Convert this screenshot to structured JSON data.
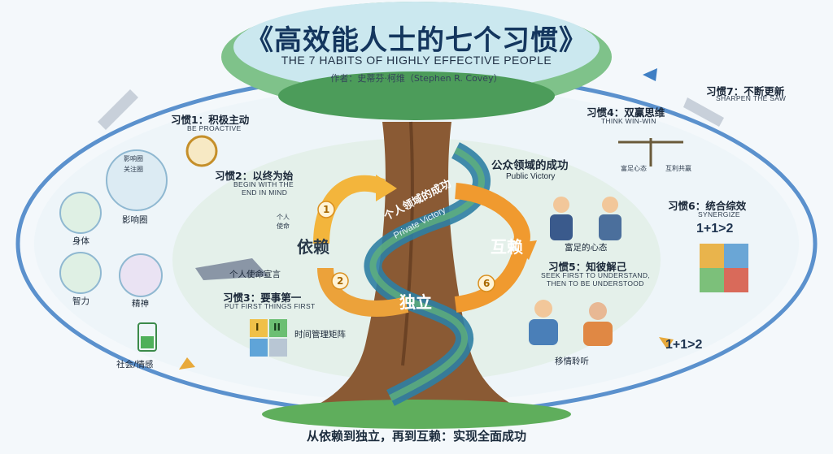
{
  "header": {
    "title": "《高效能人士的七个习惯》",
    "subtitle": "THE 7 HABITS OF HIGHLY EFFECTIVE PEOPLE",
    "author": "作者：史蒂芬·柯维（Stephen R. Covey）"
  },
  "stages": {
    "dependence": "依赖",
    "independence": "独立",
    "interdependence": "互赖",
    "private_victory_cn": "个人领域的成功",
    "private_victory_en": "Private Victory",
    "public_victory_cn": "公众领域的成功",
    "public_victory_en": "Public Victory"
  },
  "numbers": [
    "1",
    "2",
    "6"
  ],
  "habits": {
    "h1": {
      "cn": "习惯1：积极主动",
      "en": "BE PROACTIVE"
    },
    "h2": {
      "cn": "习惯2：以终为始",
      "en1": "BEGIN WITH THE",
      "en2": "END IN MIND"
    },
    "h3": {
      "cn": "习惯3：要事第一",
      "en": "PUT FIRST THINGS FIRST"
    },
    "h4": {
      "cn": "习惯4：双赢思维",
      "en": "THINK WIN-WIN"
    },
    "h5": {
      "cn": "习惯5：知彼解己",
      "en1": "SEEK FIRST TO UNDERSTAND,",
      "en2": "THEN TO BE UNDERSTOOD"
    },
    "h6": {
      "cn": "习惯6：统合综效",
      "en": "SYNERGIZE"
    },
    "h7": {
      "cn": "习惯7：不断更新",
      "en": "SHARPEN THE SAW"
    }
  },
  "labels": {
    "circle_influence": "影响圈",
    "circle_concern": "关注圈",
    "influence": "影响圈",
    "body": "身体",
    "mind": "智力",
    "spirit": "精神",
    "social": "社会/情感",
    "mission_small": "个人\n使命",
    "mission": "个人使命宣言",
    "time_matrix": "时间管理矩阵",
    "abundance_small": "富足心态",
    "mutual_benefit": "互利共赢",
    "abundance": "富足的心态",
    "listening": "移情聆听",
    "formula_1": "1+1>2",
    "formula_2": "1+1>2"
  },
  "matrix": {
    "q1": "I",
    "q2": "II"
  },
  "footer": "从依赖到独立，再到互赖：实现全面成功",
  "colors": {
    "canopy": "#4c9c5a",
    "trunk": "#8a5a34",
    "ribbon": "#2e7ea3",
    "arrow_orange": "#f09a2f",
    "arrow_yellow": "#f3b53c",
    "orbit": "#3f7fc4"
  }
}
